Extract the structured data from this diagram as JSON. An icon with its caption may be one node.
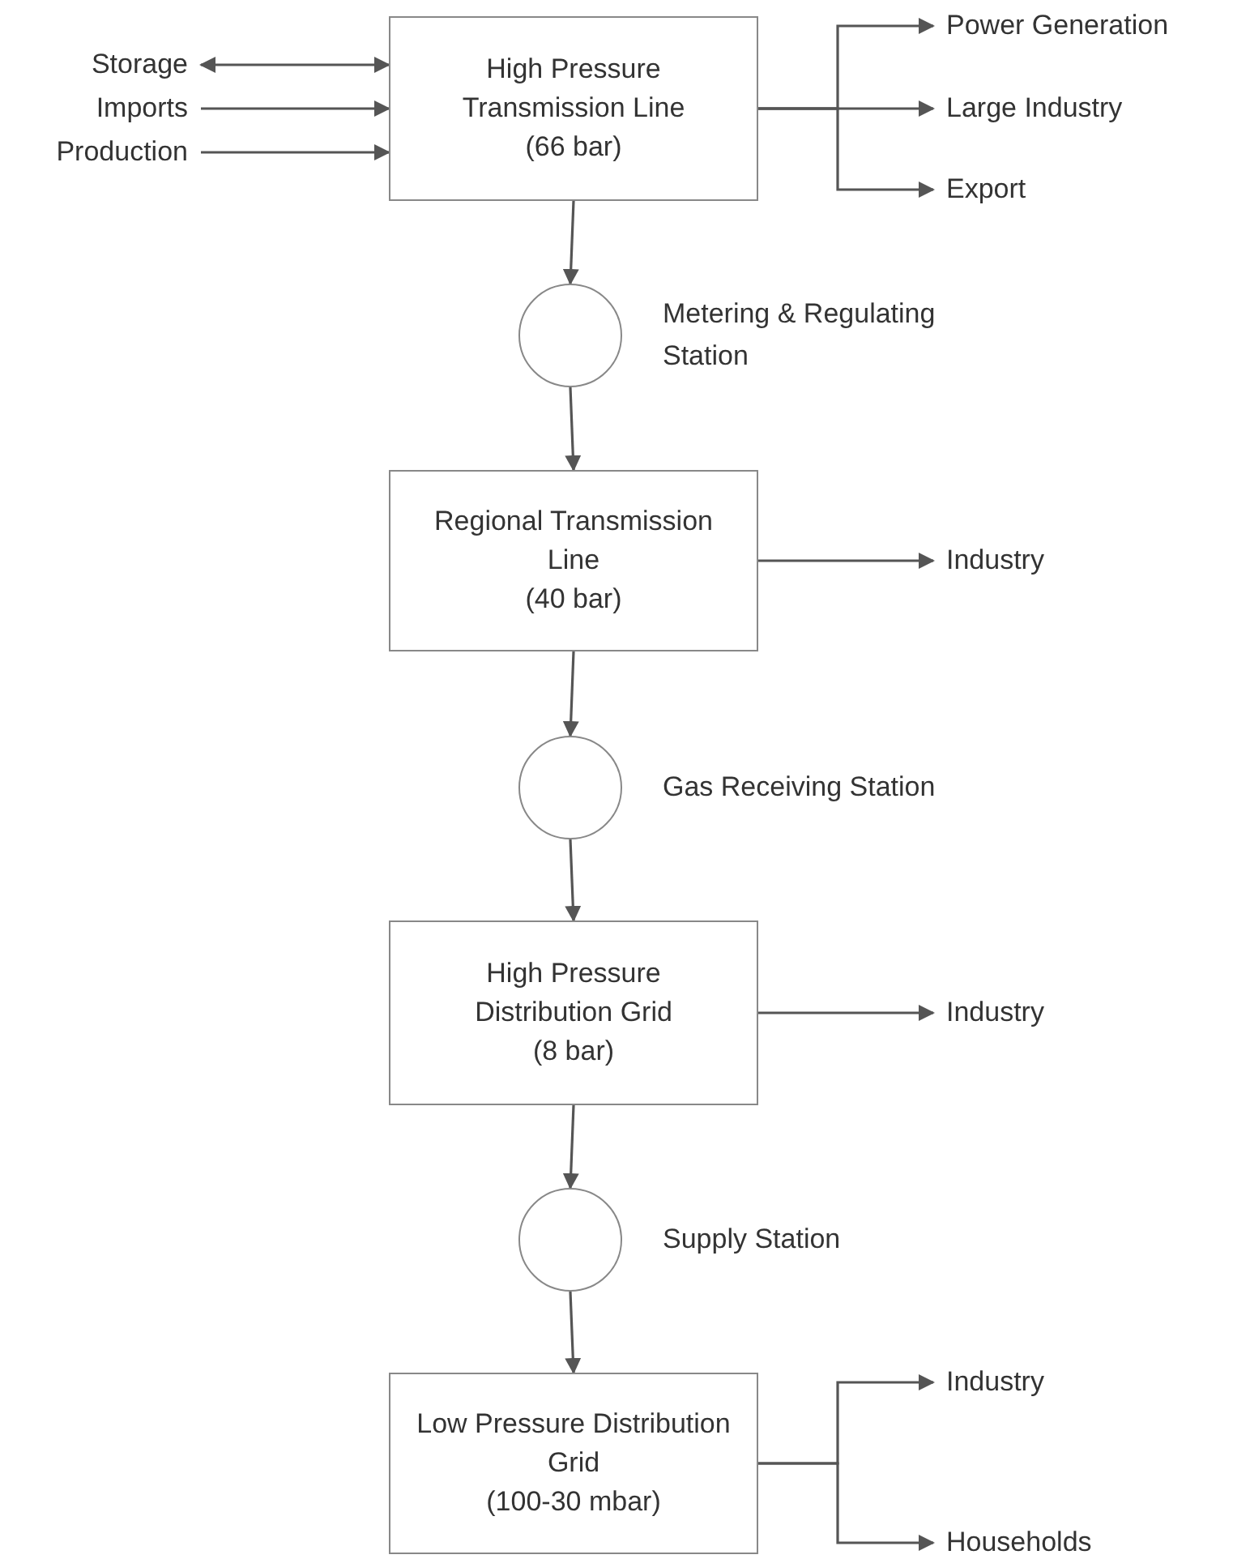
{
  "diagram": {
    "nodes": [
      {
        "text": [
          "Storage"
        ]
      },
      {
        "text": [
          "Imports"
        ]
      },
      {
        "text": [
          "Production"
        ]
      },
      {
        "text": [
          "High Pressure Transmission Line",
          "(66 bar)"
        ]
      },
      {
        "text": [
          "Power Generation"
        ]
      },
      {
        "text": [
          "Large Industry"
        ]
      },
      {
        "text": [
          "Export"
        ]
      },
      {
        "text": [],
        "shape": "circle",
        "beside": [
          "Metering & Regulating Station"
        ]
      },
      {
        "text": [
          "Regional Transmission Line",
          "(40 bar)"
        ]
      },
      {
        "text": [
          "Industry"
        ]
      },
      {
        "text": [],
        "shape": "circle",
        "beside": [
          "Gas Receiving Station"
        ]
      },
      {
        "text": [
          "High Pressure Distribution Grid",
          "(8 bar)"
        ]
      },
      {
        "text": [
          "Industry"
        ]
      },
      {
        "text": [],
        "shape": "circle",
        "beside": [
          "Supply Station"
        ]
      },
      {
        "text": [
          "Low Pressure Distribution Grid",
          "(100-30 mbar)"
        ]
      },
      {
        "text": [
          "Industry"
        ]
      },
      {
        "text": [
          "Households"
        ]
      }
    ],
    "edges": [
      {
        "from": 0,
        "to": 3,
        "arrow": "both"
      },
      {
        "from": 1,
        "to": 3,
        "arrow": "to"
      },
      {
        "from": 2,
        "to": 3,
        "arrow": "to"
      },
      {
        "from": 3,
        "to": 4,
        "arrow": "to"
      },
      {
        "from": 3,
        "to": 5,
        "arrow": "to"
      },
      {
        "from": 3,
        "to": 6,
        "arrow": "to"
      },
      {
        "from": 3,
        "to": 7,
        "arrow": "to"
      },
      {
        "from": 7,
        "to": 8,
        "arrow": "to"
      },
      {
        "from": 8,
        "to": 9,
        "arrow": "to"
      },
      {
        "from": 8,
        "to": 10,
        "arrow": "to"
      },
      {
        "from": 10,
        "to": 11,
        "arrow": "to"
      },
      {
        "from": 11,
        "to": 12,
        "arrow": "to"
      },
      {
        "from": 11,
        "to": 13,
        "arrow": "to"
      },
      {
        "from": 13,
        "to": 14,
        "arrow": "to"
      },
      {
        "from": 14,
        "to": 15,
        "arrow": "to"
      },
      {
        "from": 14,
        "to": 16,
        "arrow": "to"
      }
    ]
  }
}
